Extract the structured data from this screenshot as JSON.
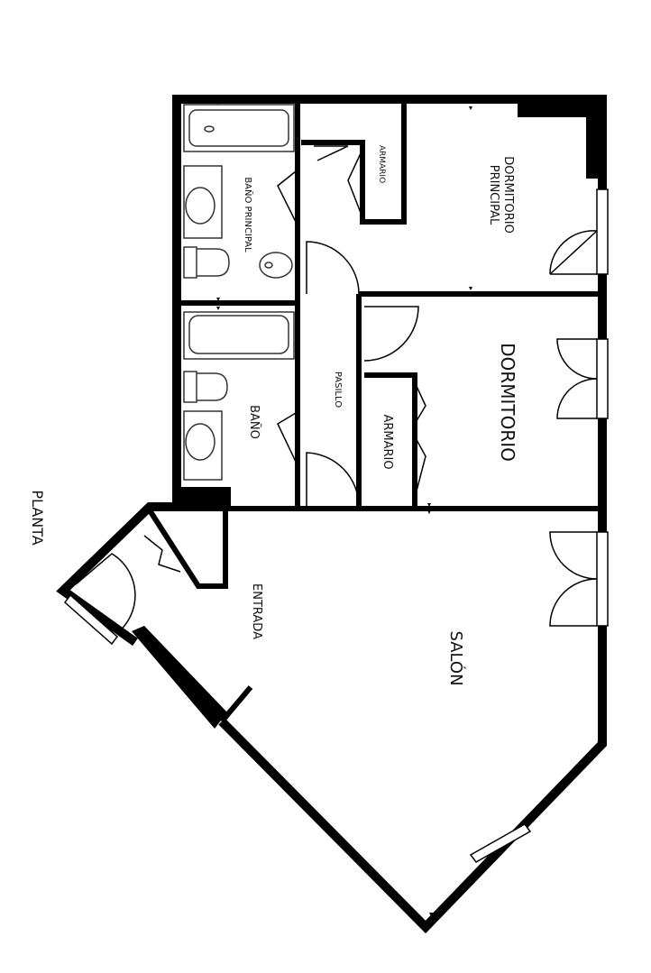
{
  "plan": {
    "floor_label": "PLANTA",
    "rooms": {
      "bano_principal": "BAÑO PRINCIPAL",
      "armario_top": "ARMARIO",
      "dormitorio_principal_line1": "DORMITORIO",
      "dormitorio_principal_line2": "PRINCIPAL",
      "pasillo": "PASILLO",
      "bano": "BAÑO",
      "armario_mid": "ARMARIO",
      "dormitorio": "DORMITORIO",
      "entrada": "ENTRADA",
      "salon": "SALÓN"
    }
  },
  "colors": {
    "wall": "#000000",
    "background": "#ffffff",
    "fixture": "#333333"
  }
}
